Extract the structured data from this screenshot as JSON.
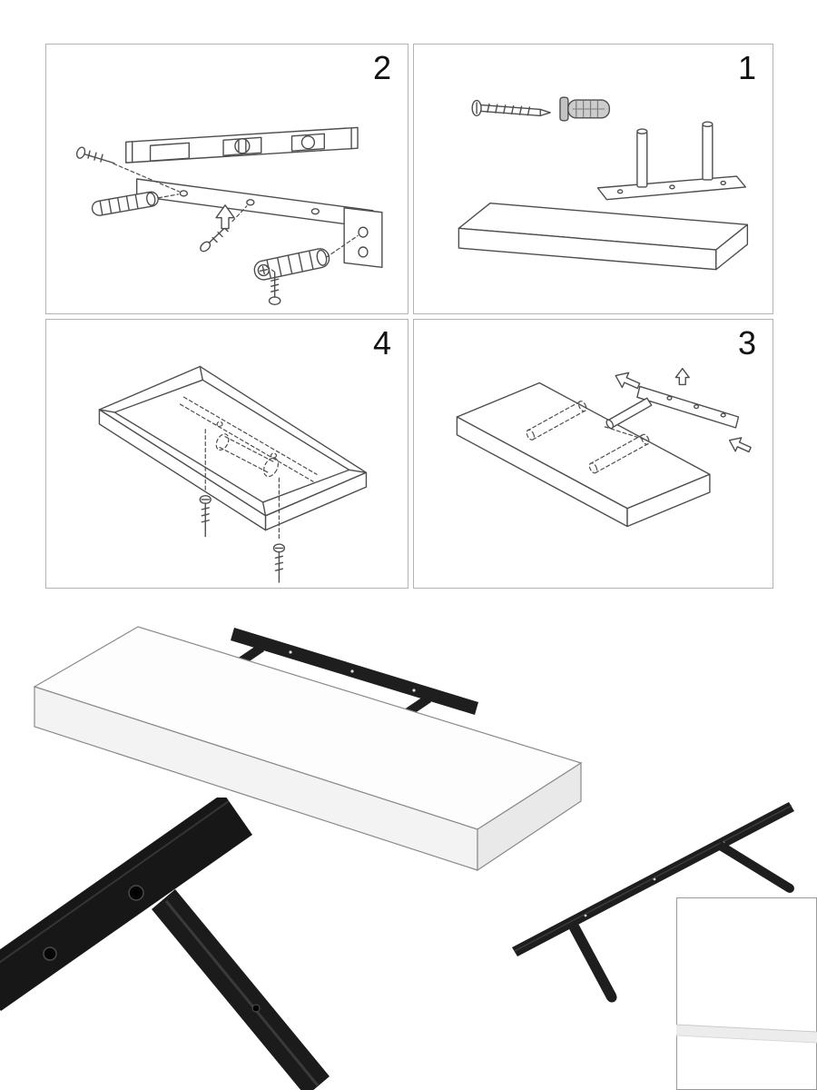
{
  "page": {
    "background": "#ffffff"
  },
  "panels": [
    {
      "number": "2",
      "drawing": "wall-bracket-with-spirit-level-drawing"
    },
    {
      "number": "1",
      "drawing": "screw-anchor-bracket-plate-shelf-drawing"
    },
    {
      "number": "4",
      "drawing": "shelf-underside-with-screws-drawing"
    },
    {
      "number": "3",
      "drawing": "shelf-sliding-onto-bracket-drawing"
    }
  ],
  "figures": [
    {
      "name": "floating-shelf-with-black-bracket-illustration"
    },
    {
      "name": "black-bracket-corner-closeup-photo"
    },
    {
      "name": "black-bracket-angled-photo"
    },
    {
      "name": "white-shelf-corner-photo"
    }
  ],
  "colors": {
    "panel_border": "#b3b3b3",
    "line_art": "#4d4d4d",
    "bracket_black": "#1e1e1e",
    "number_text": "#111111"
  }
}
